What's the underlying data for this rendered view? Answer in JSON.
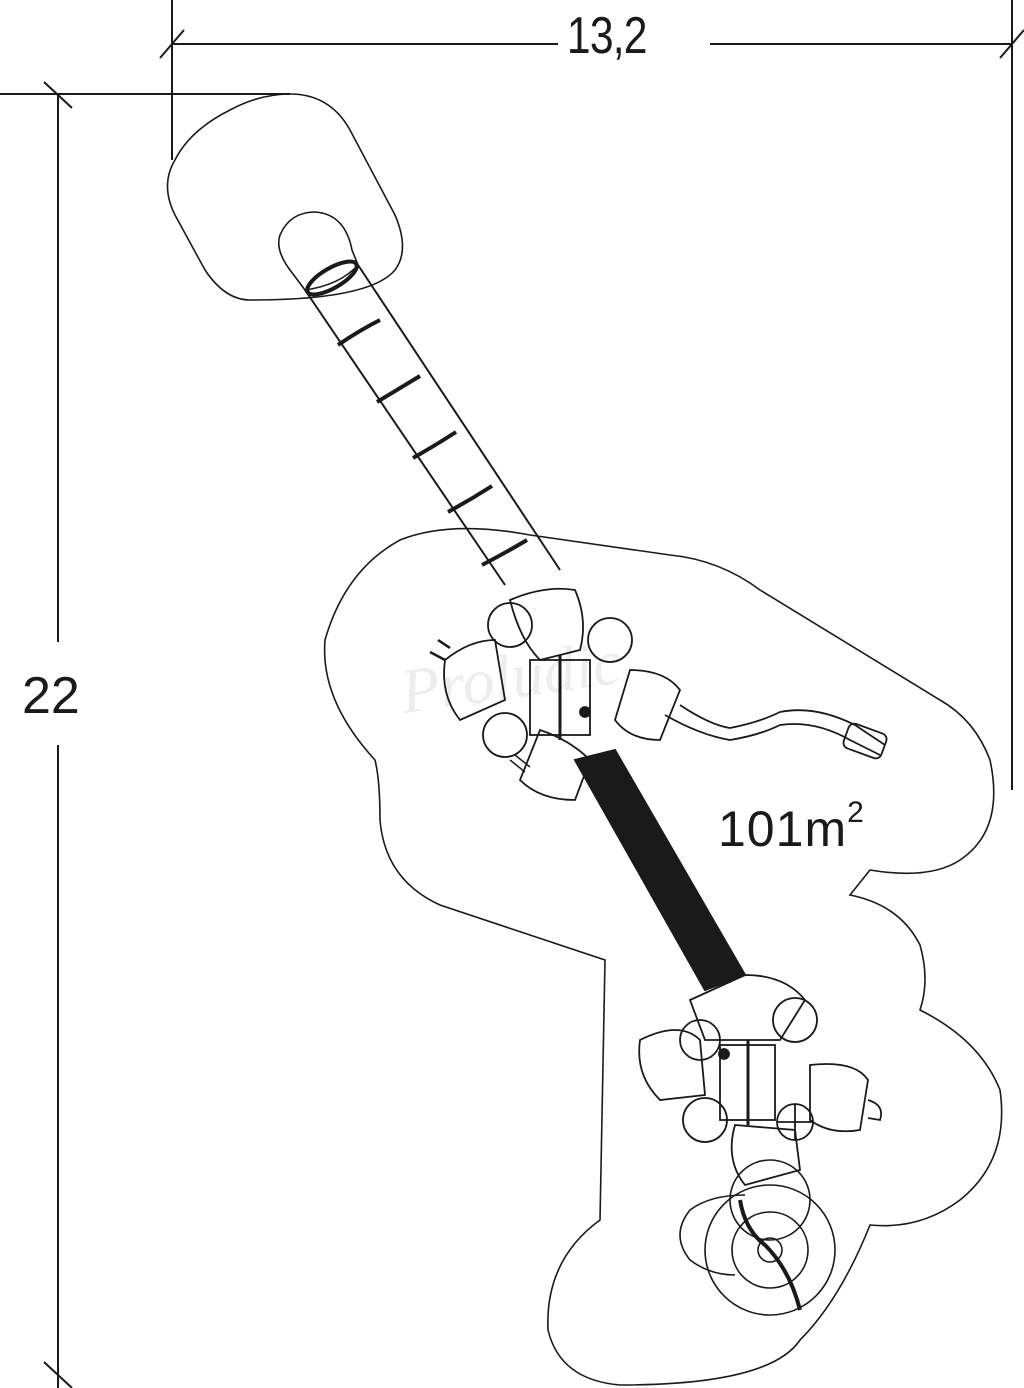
{
  "drawing": {
    "type": "playground-equipment-plan",
    "dimensions": {
      "width": {
        "value": "13,2",
        "unit": "m"
      },
      "height": {
        "value": "22",
        "unit": "m"
      }
    },
    "safety_area": {
      "value": "101",
      "unit": "m",
      "exponent": "2"
    },
    "watermark": "Proludic",
    "components": [
      "tube-slide-long",
      "upper-tower-platform-cluster",
      "wavy-slide",
      "climbing-net-tunnel",
      "lower-tower-platform-cluster",
      "spiral-slide",
      "ladder"
    ]
  },
  "colors": {
    "line": "#1a1a1a",
    "background": "#ffffff",
    "tunnel": "#1a1a1a"
  }
}
